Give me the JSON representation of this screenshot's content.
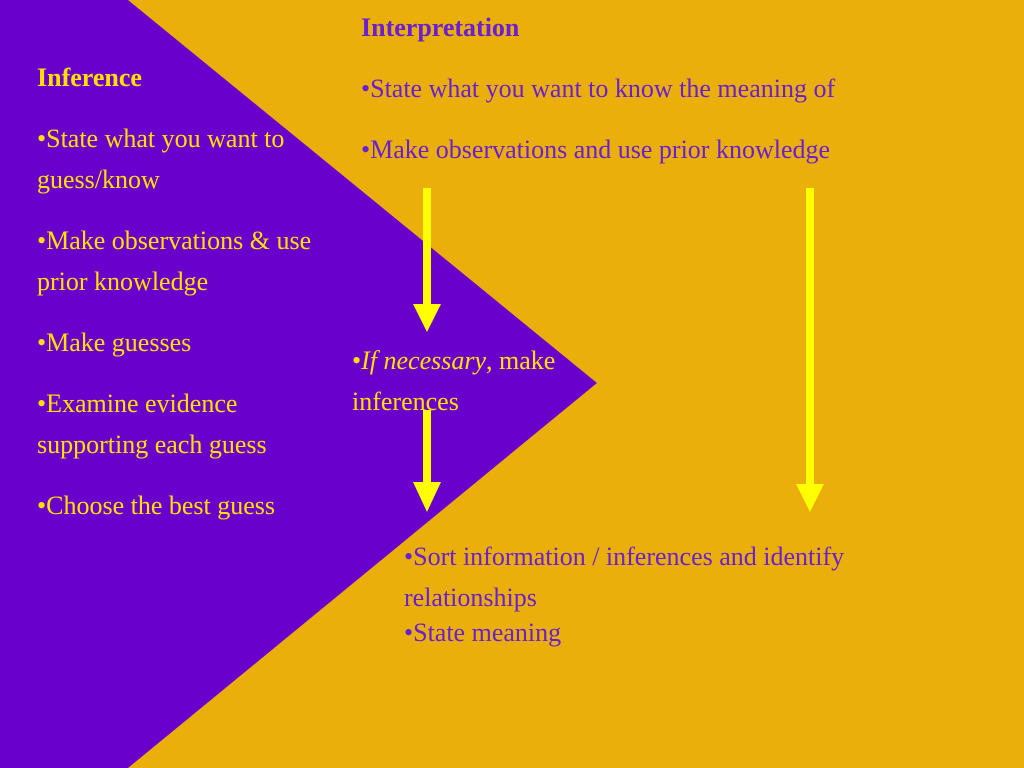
{
  "colors": {
    "background": "#EBAF0C",
    "triangle": "#6A00CC",
    "yellow_text": "#FFE000",
    "purple_text": "#6A1FD0",
    "arrow": "#FFFF00"
  },
  "inference": {
    "title": "Inference",
    "items": [
      "•State what you want to guess/know",
      "•Make observations & use prior knowledge",
      "•Make guesses",
      "•Examine evidence supporting  each guess",
      "•Choose the best guess"
    ]
  },
  "interpretation": {
    "title": "Interpretation",
    "items": [
      "•State what you want to know the meaning of",
      "•Make observations and use prior knowledge"
    ]
  },
  "middle_note": {
    "bullet": "•",
    "italic": "If necessary",
    "rest": ", make inferences"
  },
  "bottom": {
    "items": [
      "•Sort information / inferences and identify relationships",
      "•State meaning"
    ]
  }
}
